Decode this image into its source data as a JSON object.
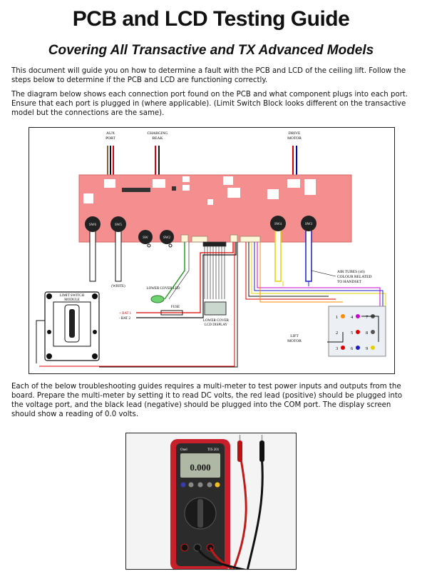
{
  "document": {
    "title": "PCB and LCD Testing Guide",
    "subtitle": "Covering All Transactive and TX Advanced Models",
    "paragraphs": [
      "This document will guide you on how to determine a fault with the PCB and LCD of the ceiling lift. Follow the steps below to determine if the PCB and LCD are functioning correctly.",
      "The diagram below shows each connection port found on the PCB and what component plugs into each port. Ensure that each port is plugged in (where applicable). (Limit Switch Block looks different on the transactive model but the connections are the same).",
      "Each of the below troubleshooting guides requires a multi-meter to test power inputs and outputs from the board. Prepare the multi-meter by setting it to read DC volts, the red lead (positive) should be plugged into the voltage port, and the black lead (negative) should be plugged into the COM port. The display screen should show a reading of 0.0 volts."
    ]
  },
  "diagram": {
    "labels": {
      "aux_port": [
        "AUX",
        "PORT"
      ],
      "charging_beak": [
        "CHARGING",
        "BEAK"
      ],
      "drive_motor": [
        "DRIVE",
        "MOTOR"
      ],
      "limit_switch": [
        "LIMIT SWITCH",
        "MODULE"
      ],
      "white": "(WHITE)",
      "lower_cover_led": "LOWER COVER LED",
      "fuse": "FUSE",
      "bat1": "+ BAT 1",
      "bat2": "- BAT 2",
      "lower_cover_display": [
        "LOWER COVER",
        "LCD DISPLAY"
      ],
      "air_tubes": [
        "AIR TUBES (x6)",
        "COLOUR RELATED",
        "TO HANDSET"
      ],
      "lift_motor": [
        "LIFT",
        "MOTOR"
      ]
    },
    "switches": [
      "SW6",
      "SW5",
      "SW",
      "SW2",
      "SW4",
      "SW3"
    ],
    "terminals": [
      "1",
      "4",
      "7",
      "2",
      "5",
      "8",
      "3",
      "6",
      "9"
    ]
  },
  "photo": {
    "brand": "Onel",
    "model": "TIS 201",
    "reading": "0.000"
  }
}
